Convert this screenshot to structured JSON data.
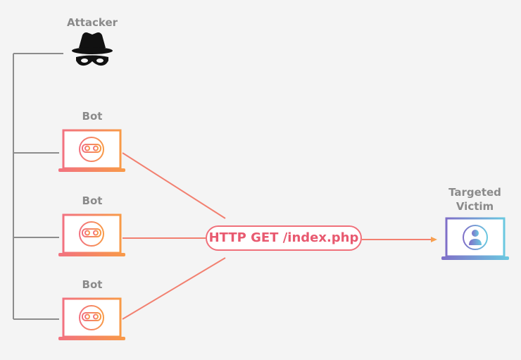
{
  "labels": {
    "attacker": "Attacker",
    "bot_1": "Bot",
    "bot_2": "Bot",
    "bot_3": "Bot",
    "victim": "Targeted Victim"
  },
  "request": "HTTP GET /index.php",
  "colors": {
    "background": "#f4f4f4",
    "label_gray": "#8a8a8a",
    "tree_line": "#8c8c8c",
    "bot_gradient_start": "#f27280",
    "bot_gradient_end": "#f89a48",
    "victim_gradient_start": "#7f6fc8",
    "victim_gradient_end": "#6ac8e0",
    "pill_text": "#e85a70"
  },
  "icons": {
    "attacker": "spy-hat-icon",
    "bot": "robot-laptop-icon",
    "victim": "user-laptop-icon"
  }
}
